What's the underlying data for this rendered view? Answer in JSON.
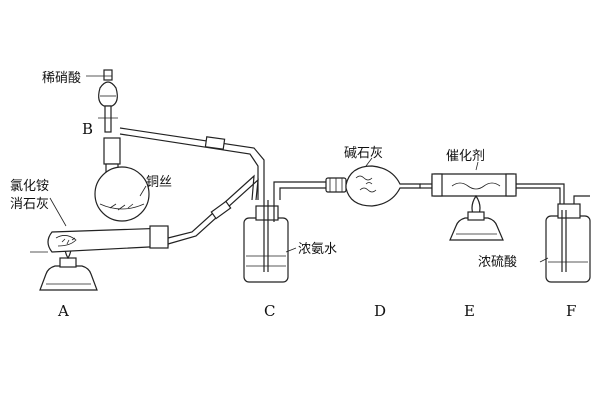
{
  "labels": {
    "dilute_nitric_acid": "稀硝酸",
    "ammonium_chloride": "氯化铵",
    "slaked_lime": "消石灰",
    "copper_wire": "铜丝",
    "conc_ammonia_water": "浓氨水",
    "soda_lime": "碱石灰",
    "catalyst": "催化剂",
    "conc_sulfuric_acid": "浓硫酸"
  },
  "apparatus": {
    "A": "A",
    "B": "B",
    "C": "C",
    "D": "D",
    "E": "E",
    "F": "F"
  }
}
